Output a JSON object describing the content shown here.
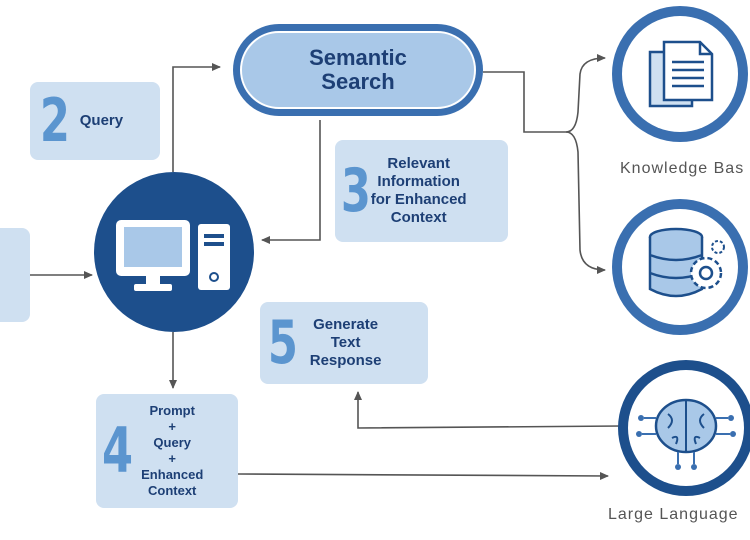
{
  "semantic_search": {
    "label": "Semantic\nSearch"
  },
  "steps": {
    "query": {
      "number": "2",
      "label": "Query"
    },
    "context": {
      "number": "3",
      "label": "Relevant\nInformation\nfor Enhanced\nContext"
    },
    "prompt": {
      "number": "4",
      "label": "Prompt\n+\nQuery\n+\nEnhanced\nContext"
    },
    "response": {
      "number": "5",
      "label": "Generate\nText\nResponse"
    }
  },
  "sources": {
    "knowledge_base": {
      "label": "Knowledge Bas",
      "icon": "documents-icon"
    },
    "database": {
      "icon": "database-gear-icon"
    },
    "llm": {
      "label": "Large Language",
      "icon": "brain-circuit-icon"
    }
  },
  "computer": {
    "icon": "desktop-computer-icon"
  },
  "colors": {
    "navy": "#1d4f8c",
    "accent_blue": "#3a6fb0",
    "light_panel": "#cfe0f1",
    "step_number": "#5b95cf",
    "text_dark": "#1d3f75",
    "line": "#555555"
  }
}
